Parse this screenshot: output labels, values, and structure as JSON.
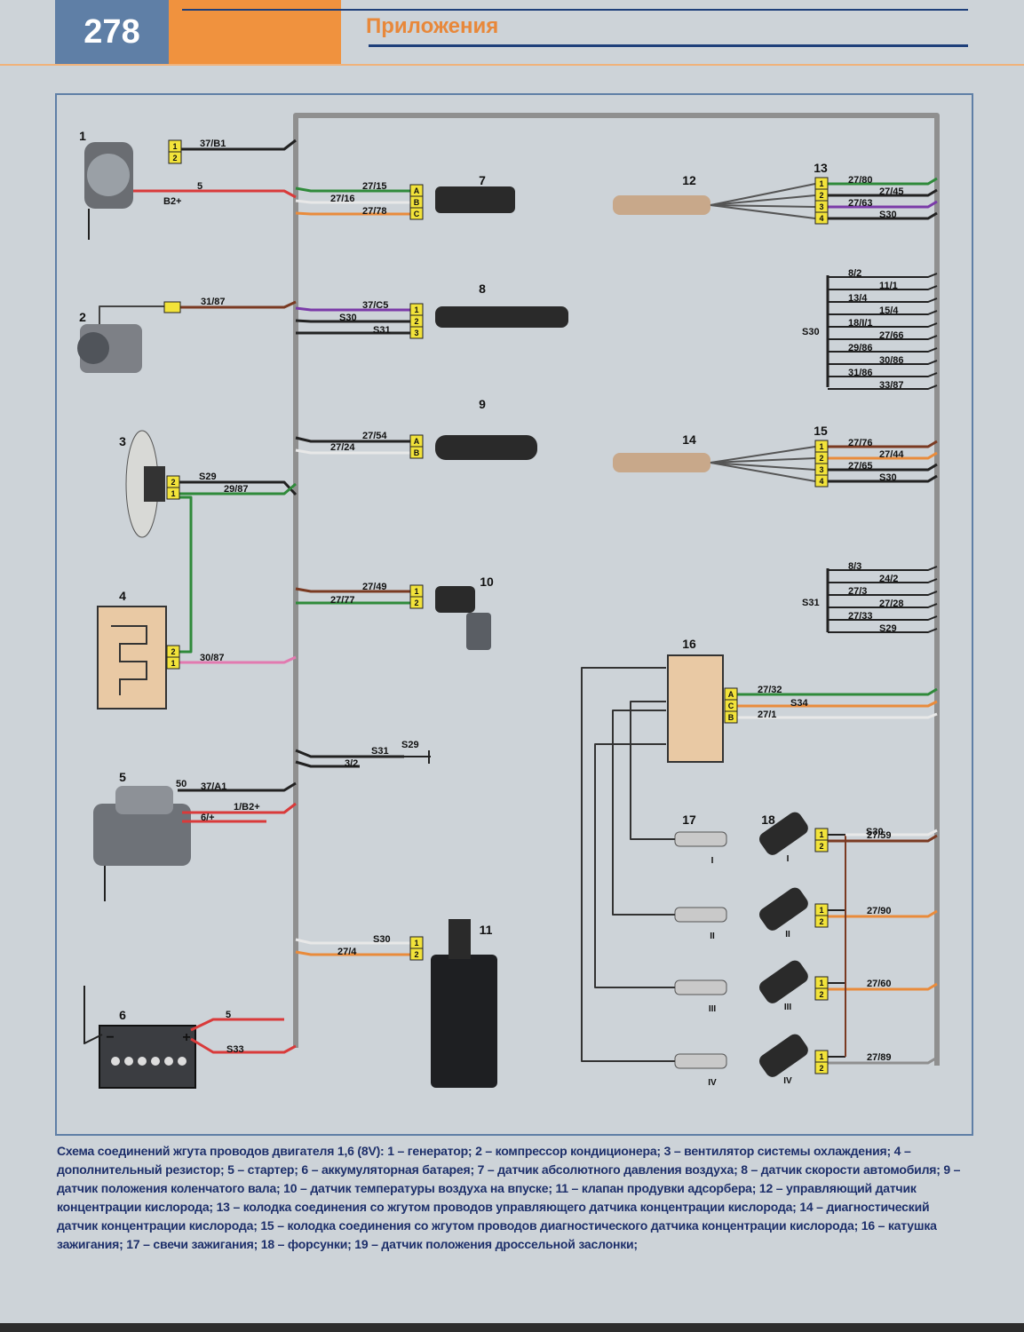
{
  "header": {
    "page_number": "278",
    "section_title": "Приложения"
  },
  "components": [
    {
      "id": "c1",
      "num": "1"
    },
    {
      "id": "c2",
      "num": "2"
    },
    {
      "id": "c3",
      "num": "3"
    },
    {
      "id": "c4",
      "num": "4"
    },
    {
      "id": "c5",
      "num": "5"
    },
    {
      "id": "c6",
      "num": "6"
    },
    {
      "id": "c7",
      "num": "7"
    },
    {
      "id": "c8",
      "num": "8"
    },
    {
      "id": "c9",
      "num": "9"
    },
    {
      "id": "c10",
      "num": "10"
    },
    {
      "id": "c11",
      "num": "11"
    },
    {
      "id": "c12",
      "num": "12"
    },
    {
      "id": "c13",
      "num": "13"
    },
    {
      "id": "c14",
      "num": "14"
    },
    {
      "id": "c15",
      "num": "15"
    },
    {
      "id": "c16",
      "num": "16"
    },
    {
      "id": "c17",
      "num": "17"
    },
    {
      "id": "c18",
      "num": "18"
    }
  ],
  "wire_labels": [
    "37/B1",
    "5",
    "B2+",
    "31/87",
    "S29",
    "29/87",
    "30/87",
    "50",
    "37/A1",
    "1/B2+",
    "6/+",
    "5",
    "S33",
    "27/15",
    "27/16",
    "27/78",
    "37/C5",
    "S30",
    "S31",
    "27/54",
    "27/24",
    "27/49",
    "27/77",
    "S31",
    "3/2",
    "S29",
    "S30",
    "27/4",
    "27/80",
    "27/45",
    "27/63",
    "S30",
    "8/2",
    "11/1",
    "13/4",
    "15/4",
    "18/I/1",
    "27/66",
    "29/86",
    "30/86",
    "31/86",
    "33/87",
    "S30",
    "27/76",
    "27/44",
    "27/65",
    "S30",
    "8/3",
    "24/2",
    "27/3",
    "27/28",
    "27/33",
    "S29",
    "S31",
    "27/32",
    "S34",
    "27/1",
    "S30",
    "27/59",
    "27/90",
    "27/60",
    "27/89"
  ],
  "connector_pins": {
    "two": [
      "1",
      "2"
    ],
    "two_rev": [
      "2",
      "1"
    ],
    "three": [
      "1",
      "2",
      "3"
    ],
    "four": [
      "1",
      "2",
      "3",
      "4"
    ],
    "abc": [
      "A",
      "B",
      "C"
    ],
    "ab": [
      "A",
      "B"
    ],
    "acb": [
      "A",
      "C",
      "B"
    ]
  },
  "roman": [
    "I",
    "II",
    "III",
    "IV"
  ],
  "caption": "Схема соединений жгута проводов двигателя 1,6 (8V): 1 – генератор; 2 – компрессор кондиционера; 3 – вентилятор системы охлаждения; 4 – дополнительный резистор; 5 – стартер; 6 – аккумуляторная батарея; 7 – датчик абсолютного давления воздуха; 8 – датчик скорости автомобиля; 9 – датчик положения коленчатого вала; 10 – датчик температуры воздуха на впуске; 11 – клапан продувки адсорбера; 12 – управляющий датчик концентрации кислорода; 13 – колодка соединения со жгутом проводов управляющего датчика концентрации кислорода; 14 – диагностический датчик концентрации кислорода; 15 – колодка соединения со жгутом проводов диагностического датчика концентрации кислорода; 16 – катушка зажигания; 17 – свечи зажигания; 18 – форсунки; 19 – датчик положения дроссельной заслонки;",
  "colors": {
    "trunk": "#8f8f8f",
    "red": "#d93a3a",
    "green": "#2f8a3a",
    "orange": "#e98b3b",
    "brown": "#7a3a22",
    "violet": "#7a3aa8",
    "pink": "#e27ab0",
    "black": "#222222",
    "connector": "#f2e33a",
    "panel": "#e9c9a4"
  }
}
